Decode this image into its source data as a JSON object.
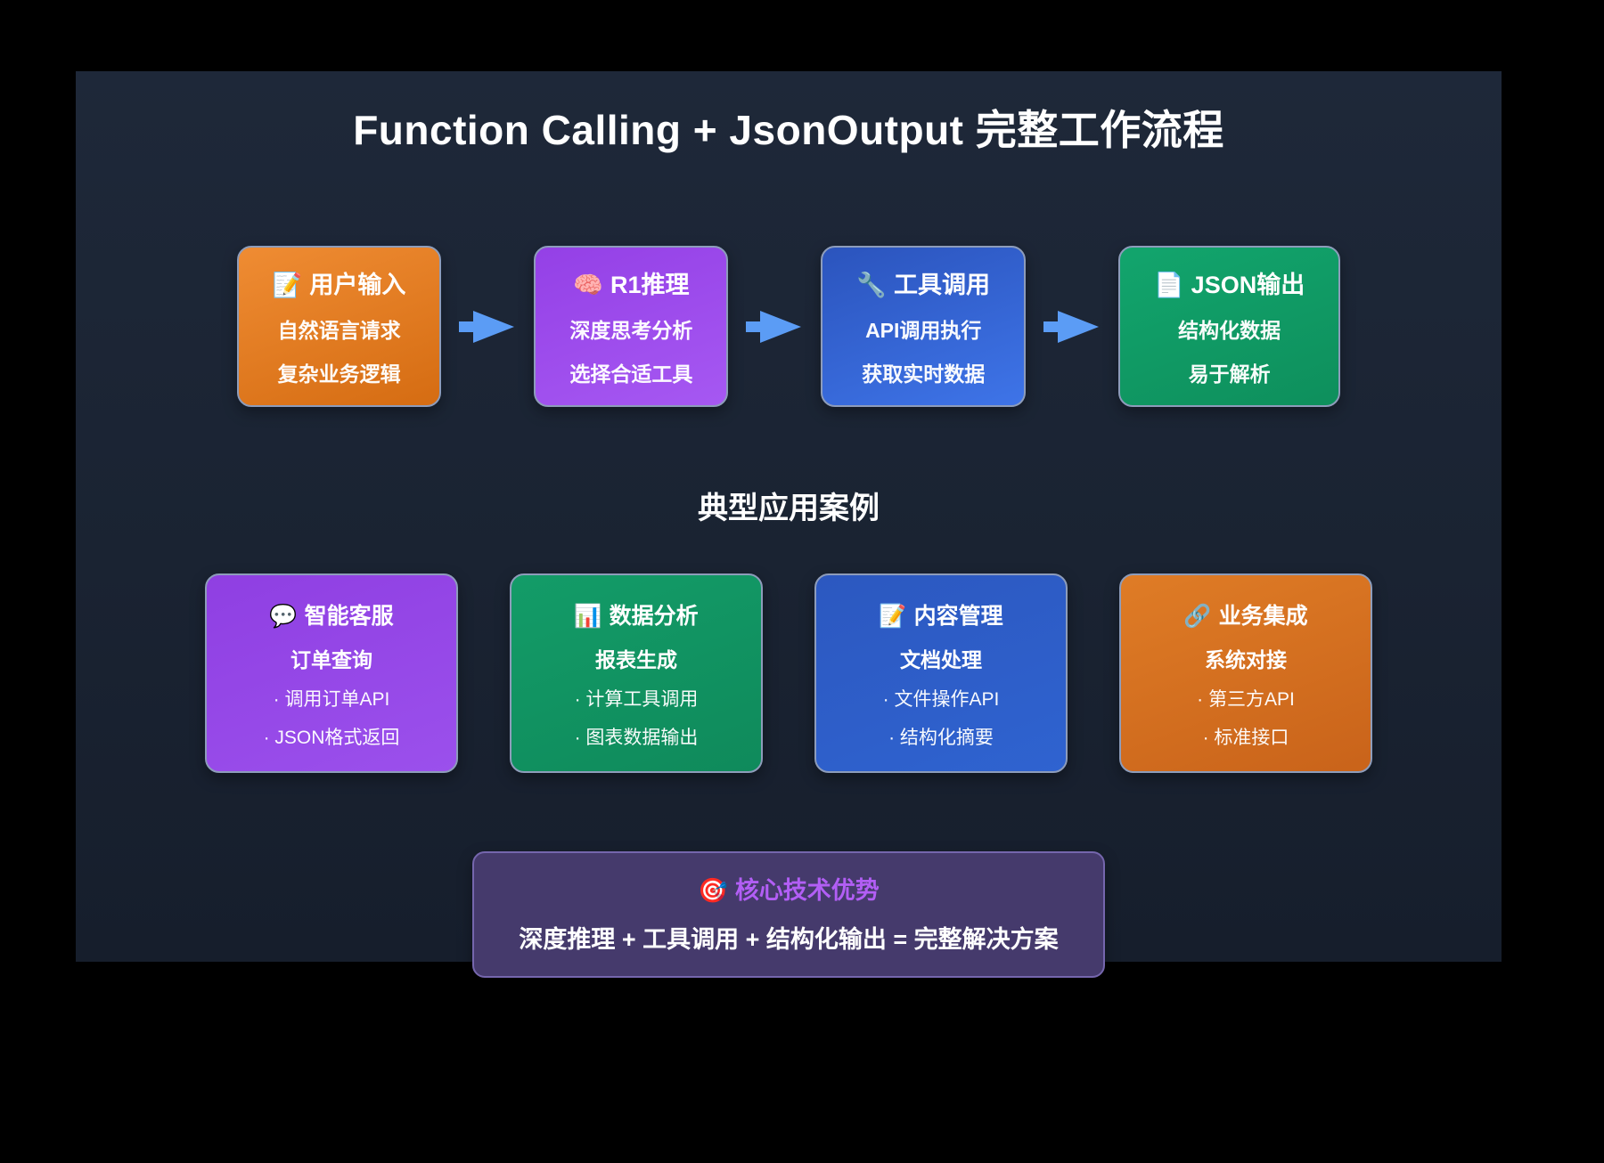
{
  "title": "Function Calling + JsonOutput 完整工作流程",
  "flow": {
    "steps": [
      {
        "icon": "📝",
        "icon_name": "memo-icon",
        "title": "用户输入",
        "line1": "自然语言请求",
        "line2": "复杂业务逻辑",
        "theme": "orange"
      },
      {
        "icon": "🧠",
        "icon_name": "brain-icon",
        "title": "R1推理",
        "line1": "深度思考分析",
        "line2": "选择合适工具",
        "theme": "purple"
      },
      {
        "icon": "🔧",
        "icon_name": "wrench-icon",
        "title": "工具调用",
        "line1": "API调用执行",
        "line2": "获取实时数据",
        "theme": "blue"
      },
      {
        "icon": "📄",
        "icon_name": "page-icon",
        "title": "JSON输出",
        "line1": "结构化数据",
        "line2": "易于解析",
        "theme": "green"
      }
    ]
  },
  "section_title": "典型应用案例",
  "cases": [
    {
      "icon": "💬",
      "icon_name": "speech-balloon-icon",
      "title": "智能客服",
      "subtitle": "订单查询",
      "bullets": [
        "调用订单API",
        "JSON格式返回"
      ],
      "theme": "purple"
    },
    {
      "icon": "📊",
      "icon_name": "bar-chart-icon",
      "title": "数据分析",
      "subtitle": "报表生成",
      "bullets": [
        "计算工具调用",
        "图表数据输出"
      ],
      "theme": "green"
    },
    {
      "icon": "📝",
      "icon_name": "memo-icon",
      "title": "内容管理",
      "subtitle": "文档处理",
      "bullets": [
        "文件操作API",
        "结构化摘要"
      ],
      "theme": "blue"
    },
    {
      "icon": "🔗",
      "icon_name": "link-icon",
      "title": "业务集成",
      "subtitle": "系统对接",
      "bullets": [
        "第三方API",
        "标准接口"
      ],
      "theme": "orange"
    }
  ],
  "advantage": {
    "icon": "🎯",
    "icon_name": "target-icon",
    "title": "核心技术优势",
    "formula": "深度推理 + 工具调用 + 结构化输出 = 完整解决方案"
  },
  "colors": {
    "page_background": "#000000",
    "panel_background": "#1a2332",
    "box_border": "#8d9cba",
    "arrow": "#5b9cf5",
    "orange": "#e8822b",
    "purple": "#9a46e8",
    "blue": "#2f5fc8",
    "green": "#10a067",
    "advantage_background": "#453a6c",
    "advantage_border": "#7566ad",
    "advantage_title_text": "#b25ef5"
  }
}
